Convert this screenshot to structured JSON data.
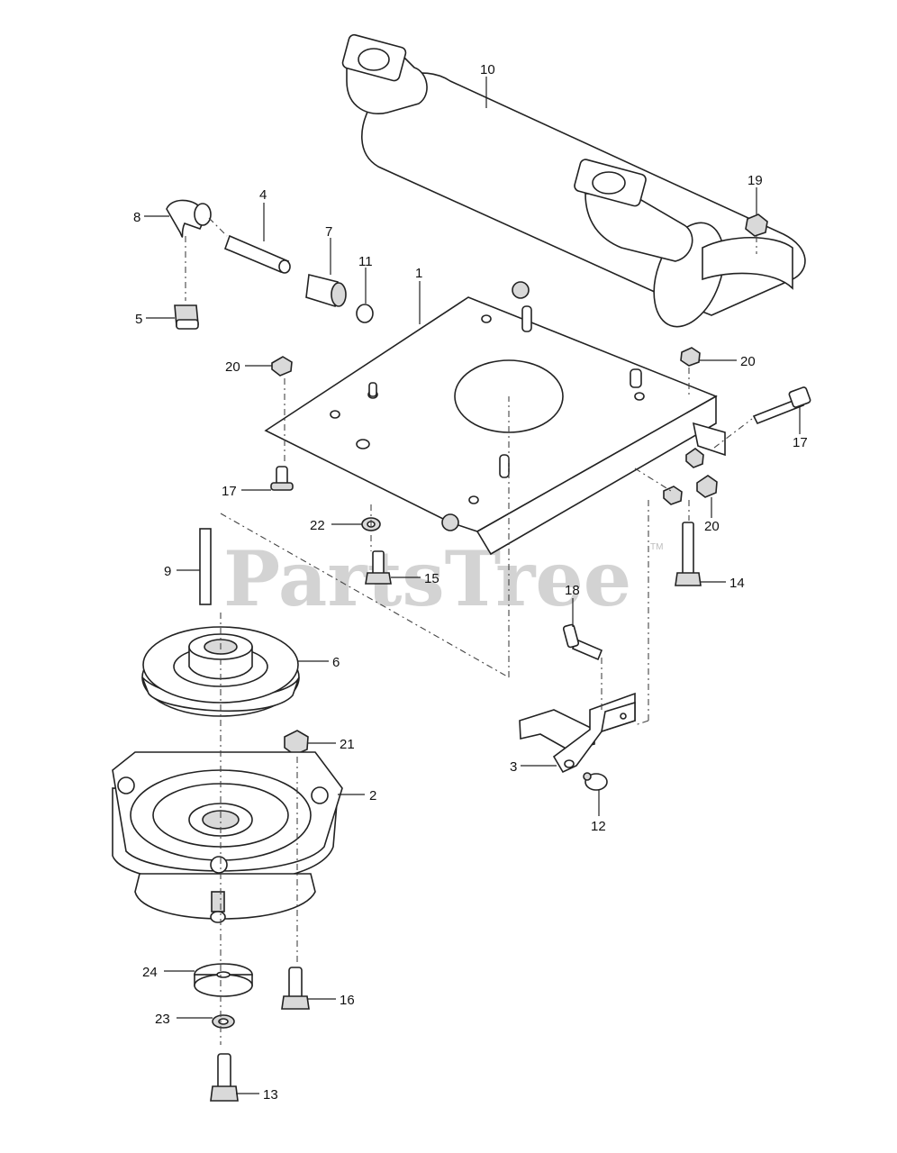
{
  "watermark": {
    "text": "PartsTree",
    "trademark": "TM"
  },
  "callouts": [
    "1",
    "2",
    "3",
    "4",
    "5",
    "6",
    "7",
    "8",
    "9",
    "10",
    "11",
    "12",
    "13",
    "14",
    "15",
    "16",
    "17",
    "17",
    "18",
    "19",
    "20",
    "20",
    "20",
    "21",
    "22",
    "23",
    "24"
  ]
}
